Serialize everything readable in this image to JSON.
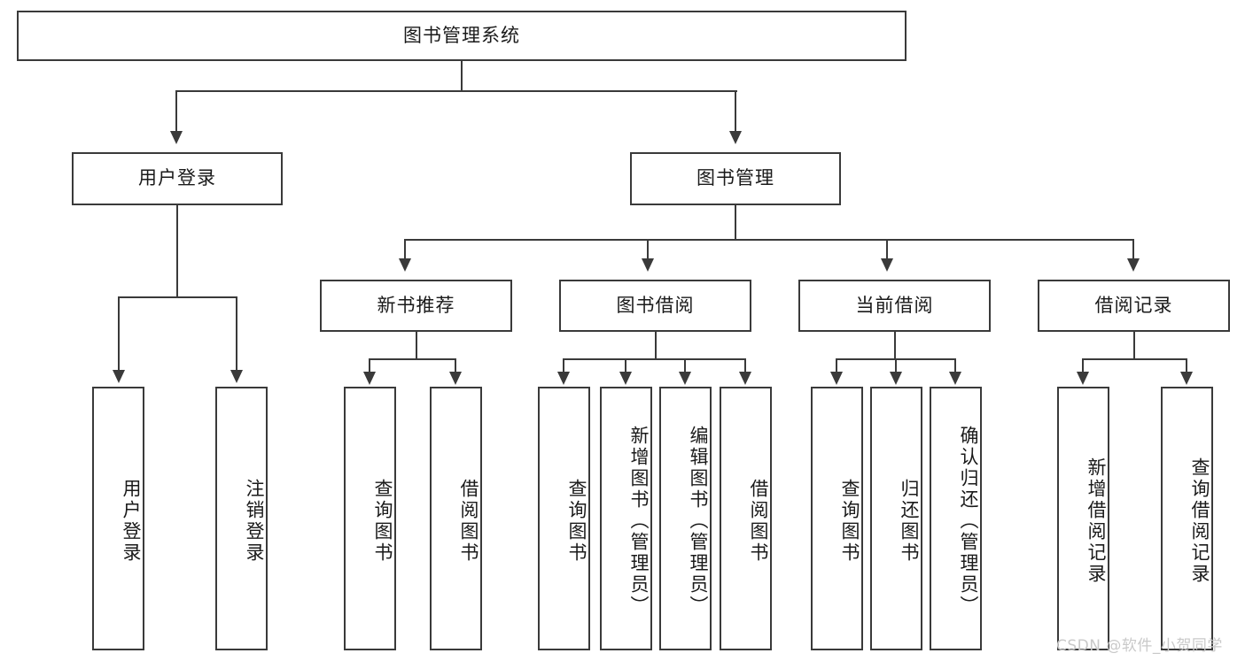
{
  "diagram": {
    "type": "hierarchy-tree",
    "root": {
      "label": "图书管理系统"
    },
    "level1": [
      {
        "label": "用户登录"
      },
      {
        "label": "图书管理"
      }
    ],
    "level2": [
      {
        "label": "新书推荐"
      },
      {
        "label": "图书借阅"
      },
      {
        "label": "当前借阅"
      },
      {
        "label": "借阅记录"
      }
    ],
    "leaves": {
      "user_login": [
        {
          "label": "用户登录"
        },
        {
          "label": "注销登录"
        }
      ],
      "new_book_recommend": [
        {
          "label": "查询图书"
        },
        {
          "label": "借阅图书"
        }
      ],
      "book_borrow": [
        {
          "label": "查询图书"
        },
        {
          "label": "新增图书（管理员）"
        },
        {
          "label": "编辑图书（管理员）"
        },
        {
          "label": "借阅图书"
        }
      ],
      "current_borrow": [
        {
          "label": "查询图书"
        },
        {
          "label": "归还图书"
        },
        {
          "label": "确认归还（管理员）"
        }
      ],
      "borrow_record": [
        {
          "label": "新增借阅记录"
        },
        {
          "label": "查询借阅记录"
        }
      ]
    }
  },
  "watermark": {
    "text": "CSDN @软件_小贺同学"
  },
  "colors": {
    "stroke": "#3a3a3a",
    "text": "#1a1a1a",
    "background": "#ffffff",
    "watermark": "#c9c9c9"
  }
}
